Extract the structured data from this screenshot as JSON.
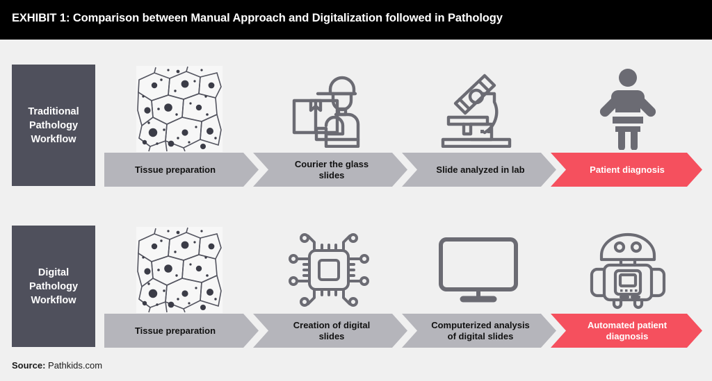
{
  "header": {
    "title": "EXHIBIT 1: Comparison between Manual Approach and Digitalization followed in Pathology",
    "background": "#000000",
    "text_color": "#ffffff"
  },
  "colors": {
    "page_background": "#f0f0f0",
    "label_box": "#4f505c",
    "chevron_gray": "#b5b5bb",
    "chevron_accent": "#f5505e",
    "icon_stroke": "#6b6b73",
    "chevron_text_dark": "#111111",
    "chevron_text_light": "#ffffff"
  },
  "rows": [
    {
      "label": "Traditional\nPathology\nWorkflow",
      "icons": [
        {
          "name": "tissue-cells-icon",
          "alt": "tissue-sample-microscopy"
        },
        {
          "name": "courier-delivery-person-icon",
          "alt": "courier-with-package"
        },
        {
          "name": "microscope-icon",
          "alt": "laboratory-microscope"
        },
        {
          "name": "patient-person-icon",
          "alt": "standing-person"
        }
      ],
      "steps": [
        {
          "label": "Tissue preparation",
          "highlight": false
        },
        {
          "label": "Courier the glass\nslides",
          "highlight": false
        },
        {
          "label": "Slide analyzed in lab",
          "highlight": false
        },
        {
          "label": "Patient diagnosis",
          "highlight": true
        }
      ]
    },
    {
      "label": "Digital\nPathology\nWorkflow",
      "icons": [
        {
          "name": "tissue-cells-icon",
          "alt": "tissue-sample-microscopy"
        },
        {
          "name": "microchip-cpu-icon",
          "alt": "digital-chip-circuit"
        },
        {
          "name": "monitor-screen-icon",
          "alt": "computer-monitor"
        },
        {
          "name": "robot-icon",
          "alt": "automation-robot"
        }
      ],
      "steps": [
        {
          "label": "Tissue preparation",
          "highlight": false
        },
        {
          "label": "Creation of digital\nslides",
          "highlight": false
        },
        {
          "label": "Computerized analysis\nof digital slides",
          "highlight": false
        },
        {
          "label": "Automated patient\ndiagnosis",
          "highlight": true
        }
      ]
    }
  ],
  "footer": {
    "source_label": "Source:",
    "source_value": "Pathkids.com"
  }
}
